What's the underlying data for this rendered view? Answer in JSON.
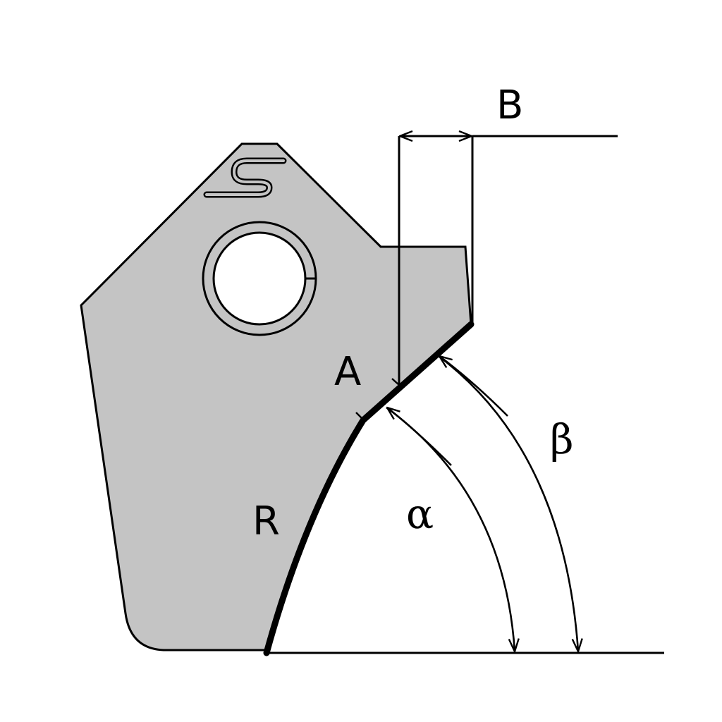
{
  "diagram": {
    "type": "cutting-insert-geometry",
    "colors": {
      "insert_fill": "#c4c4c4",
      "outline": "#000000",
      "hole_fill": "#ffffff",
      "background": "#ffffff"
    },
    "labels": {
      "a": "A",
      "b": "B",
      "r": "R",
      "alpha": "α",
      "beta": "β"
    },
    "insert_marking": "S",
    "elements": [
      "insert-body",
      "mounting-hole",
      "chamfer-edge-A",
      "radius-edge-R",
      "dimension-B",
      "angle-alpha",
      "angle-beta",
      "baseline"
    ]
  }
}
